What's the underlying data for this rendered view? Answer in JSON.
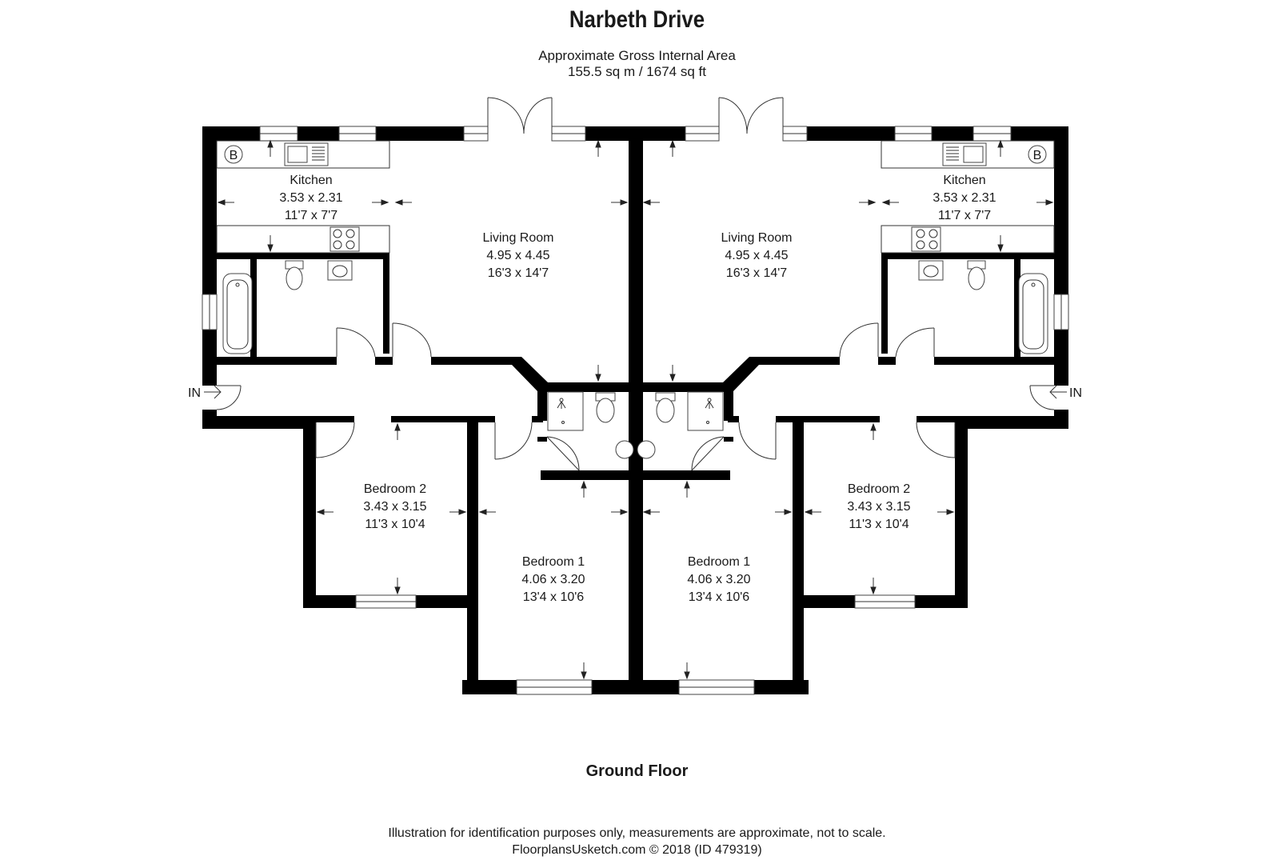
{
  "header": {
    "title": "Narbeth Drive",
    "area_line1": "Approximate Gross Internal Area",
    "area_line2": "155.5 sq m / 1674 sq ft"
  },
  "rooms": {
    "kitchen_left": {
      "name": "Kitchen",
      "metric": "3.53 x 2.31",
      "imperial": "11'7 x 7'7"
    },
    "living_left": {
      "name": "Living Room",
      "metric": "4.95 x 4.45",
      "imperial": "16'3 x 14'7"
    },
    "living_right": {
      "name": "Living Room",
      "metric": "4.95 x 4.45",
      "imperial": "16'3 x 14'7"
    },
    "kitchen_right": {
      "name": "Kitchen",
      "metric": "3.53 x 2.31",
      "imperial": "11'7 x 7'7"
    },
    "bedroom2_left": {
      "name": "Bedroom 2",
      "metric": "3.43 x 3.15",
      "imperial": "11'3 x 10'4"
    },
    "bedroom1_left": {
      "name": "Bedroom 1",
      "metric": "4.06 x 3.20",
      "imperial": "13'4 x 10'6"
    },
    "bedroom1_right": {
      "name": "Bedroom 1",
      "metric": "4.06 x 3.20",
      "imperial": "13'4 x 10'6"
    },
    "bedroom2_right": {
      "name": "Bedroom 2",
      "metric": "3.43 x 3.15",
      "imperial": "11'3 x 10'4"
    }
  },
  "markers": {
    "entrance": "IN",
    "boiler": "B"
  },
  "footer": {
    "floor_label": "Ground Floor",
    "disclaimer": "Illustration for identification purposes only, measurements are approximate, not to scale.",
    "credit": "FloorplansUsketch.com © 2018 (ID 479319)"
  },
  "icons": [
    "door-swing-icon",
    "window-icon",
    "sink-icon",
    "hob-icon",
    "toilet-icon",
    "bath-icon",
    "basin-icon",
    "shower-icon",
    "dimension-arrow-icon",
    "entrance-arrow-icon",
    "boiler-icon"
  ]
}
